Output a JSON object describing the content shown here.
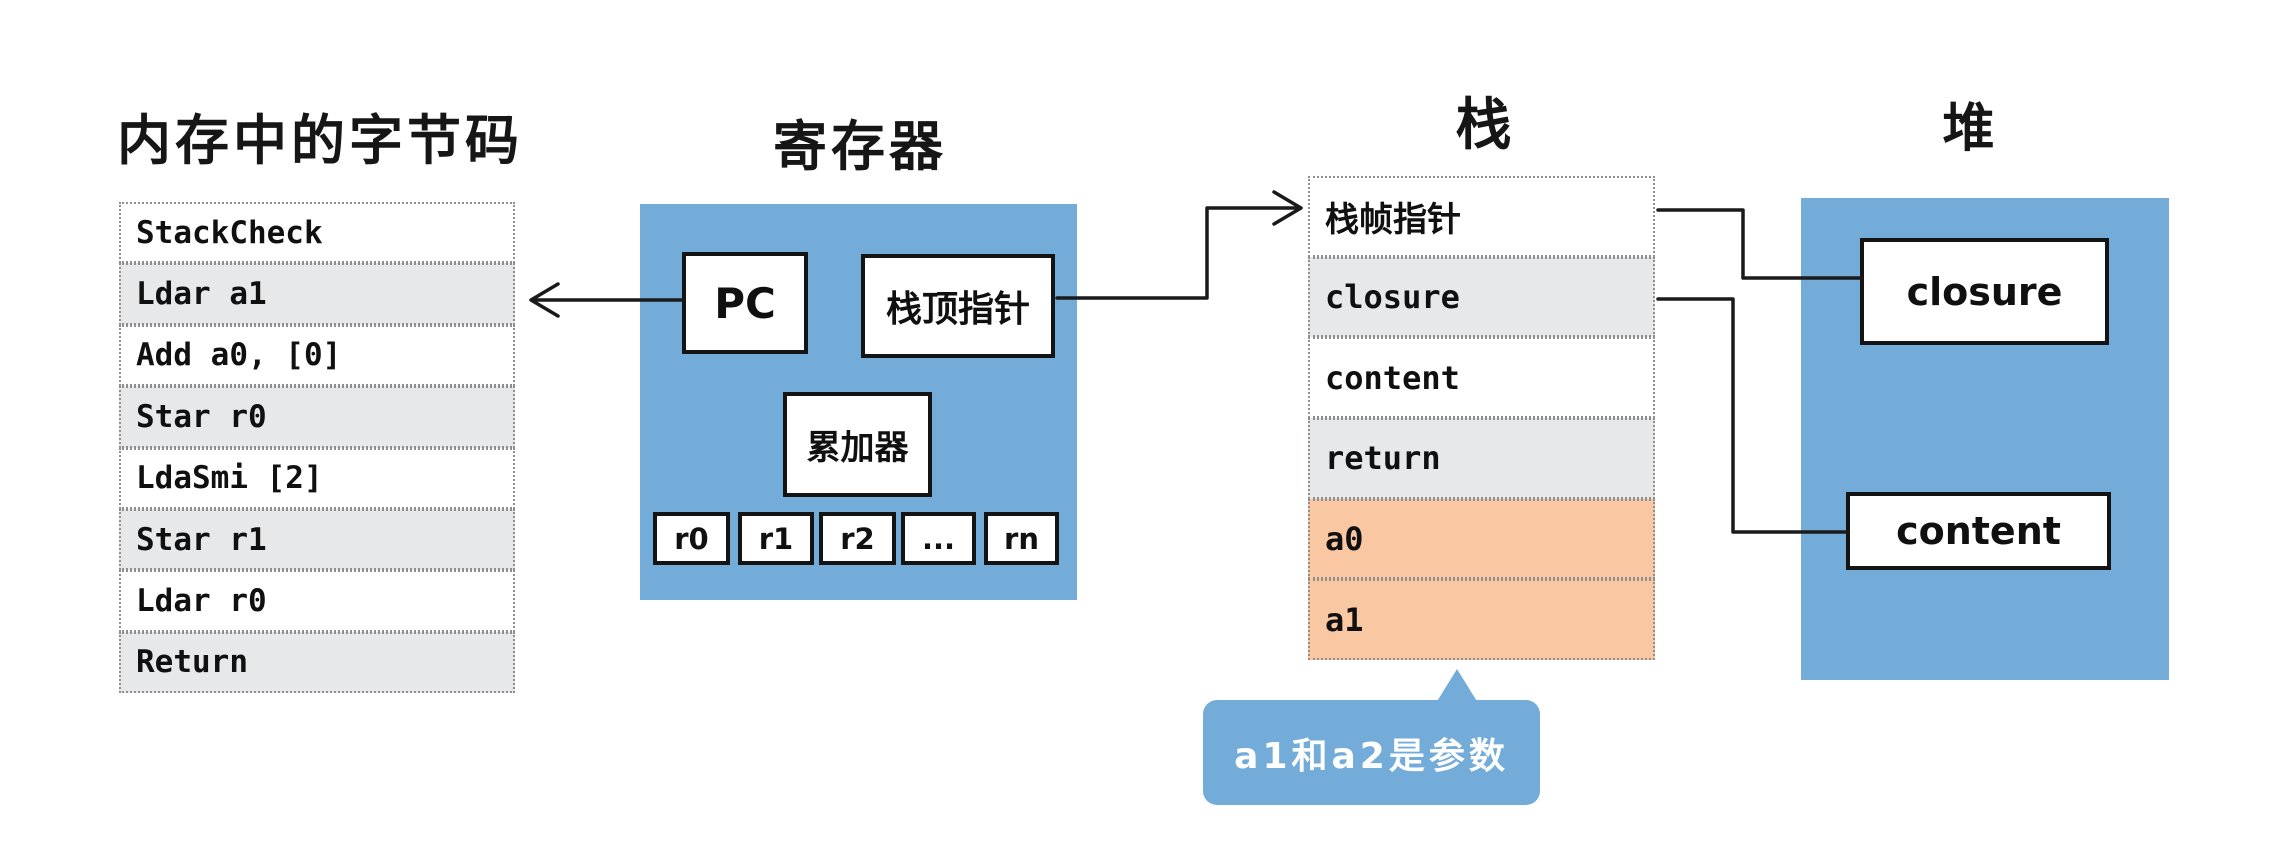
{
  "titles": {
    "bytecode": "内存中的字节码",
    "registers": "寄存器",
    "stack": "栈",
    "heap": "堆"
  },
  "bytecode": {
    "rows": [
      "StackCheck",
      "Ldar a1",
      "Add a0, [0]",
      "Star r0",
      "LdaSmi [2]",
      "Star r1",
      "Ldar r0",
      "Return"
    ]
  },
  "registers": {
    "pc_label": "PC",
    "stack_top_pointer_label": "栈顶指针",
    "accumulator_label": "累加器",
    "general_registers": [
      "r0",
      "r1",
      "r2",
      "...",
      "rn"
    ]
  },
  "stack": {
    "rows": [
      {
        "label": "栈帧指针",
        "variant": "white"
      },
      {
        "label": "closure",
        "variant": "gray"
      },
      {
        "label": "content",
        "variant": "white"
      },
      {
        "label": "return",
        "variant": "gray"
      },
      {
        "label": "a0",
        "variant": "orange"
      },
      {
        "label": "a1",
        "variant": "orange"
      }
    ]
  },
  "heap": {
    "closure_label": "closure",
    "content_label": "content"
  },
  "callout": {
    "text": "a1和a2是参数"
  },
  "colors": {
    "panel_blue": "#74ACD9",
    "row_gray": "#E7E8EA",
    "row_orange": "#FAC7A3",
    "line_black": "#1A1A1A"
  }
}
